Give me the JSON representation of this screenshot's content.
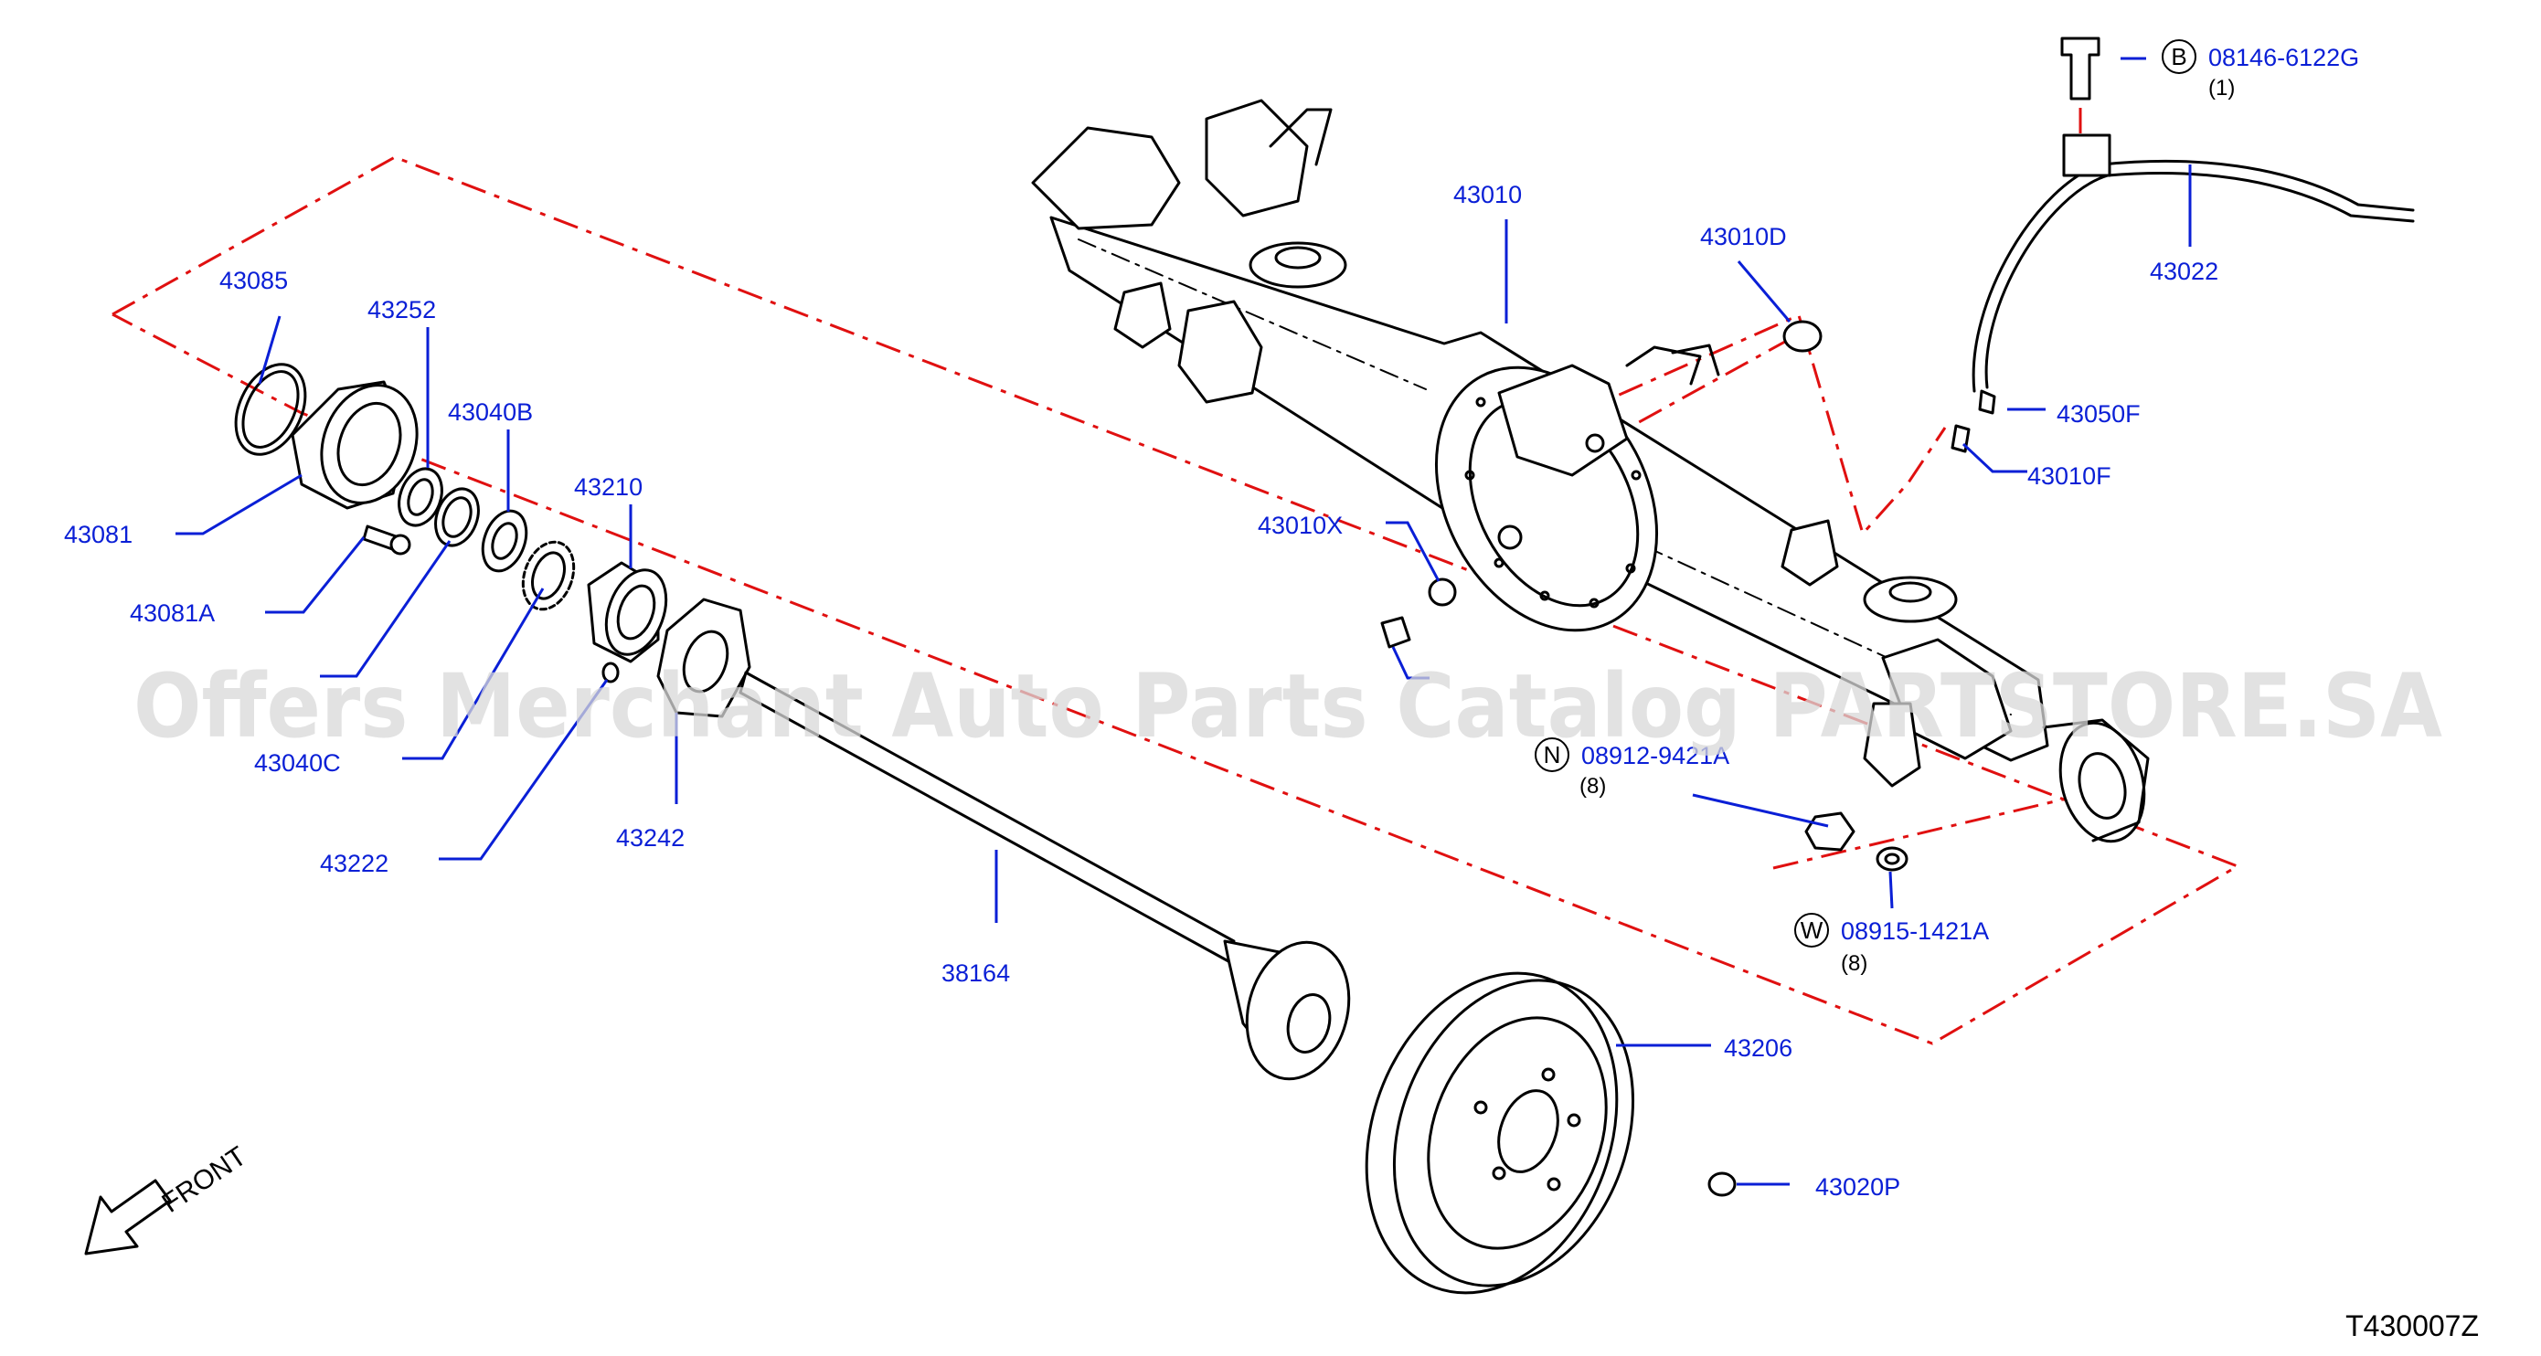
{
  "diagram": {
    "reference_code": "T430007Z",
    "watermark": "Offers Merchant Auto Parts Catalog PARTSTORE.SA",
    "front_label": "FRONT",
    "parts": [
      {
        "id": "p43085",
        "number": "43085"
      },
      {
        "id": "p43252",
        "number": "43252"
      },
      {
        "id": "p43040B",
        "number": "43040B"
      },
      {
        "id": "p43210",
        "number": "43210"
      },
      {
        "id": "p43081",
        "number": "43081"
      },
      {
        "id": "p43081A",
        "number": "43081A"
      },
      {
        "id": "p43040C",
        "number": "43040C"
      },
      {
        "id": "p43222",
        "number": "43222"
      },
      {
        "id": "p43242",
        "number": "43242"
      },
      {
        "id": "p38164",
        "number": "38164"
      },
      {
        "id": "p43010",
        "number": "43010"
      },
      {
        "id": "p43010D",
        "number": "43010D"
      },
      {
        "id": "p43010X",
        "number": "43010X"
      },
      {
        "id": "p43022",
        "number": "43022"
      },
      {
        "id": "p43050F",
        "number": "43050F"
      },
      {
        "id": "p43010F",
        "number": "43010F"
      },
      {
        "id": "p43206",
        "number": "43206"
      },
      {
        "id": "p43020P",
        "number": "43020P"
      },
      {
        "id": "pB",
        "number": "08146-6122G",
        "circle": "B",
        "qty": "(1)"
      },
      {
        "id": "pN",
        "number": "08912-9421A",
        "circle": "N",
        "qty": "(8)"
      },
      {
        "id": "pW",
        "number": "08915-1421A",
        "circle": "W",
        "qty": "(8)"
      }
    ]
  }
}
